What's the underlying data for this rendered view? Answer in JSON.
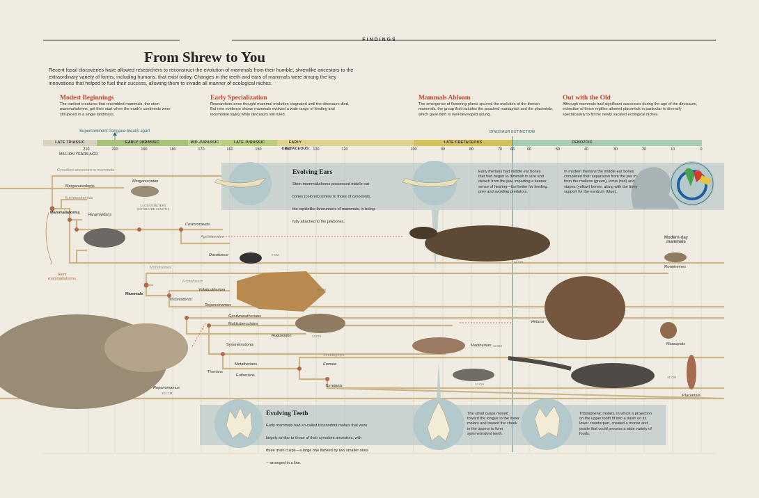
{
  "header": {
    "kicker": "FINDINGS",
    "title": "From Shrew to You",
    "intro": "Recent fossil discoveries have allowed researchers to reconstruct the evolution of mammals from their humble, shrewlike ancestors to the extraordinary variety of forms, including humans, that exist today. Changes in the teeth and ears of mammals were among the key innovations that helped to fuel their success, allowing them to invade all manner of ecological niches."
  },
  "sections": [
    {
      "title": "Modest Beginnings",
      "body": "The earliest creatures that resembled mammals, the stem mammaliaforms, got their start when the earth's continents were still joined in a single landmass."
    },
    {
      "title": "Early Specialization",
      "body": "Researchers once thought mammal evolution stagnated until the dinosaurs died. But new evidence shows mammals evolved a wide range of feeding and locomotion styles while dinosaurs still ruled."
    },
    {
      "title": "Mammals Abloom",
      "body": "The emergence of flowering plants spurred the evolution of the therian mammals, the group that includes the pouched marsupials and the placentals, which gave birth to well-developed young."
    },
    {
      "title": "Out with the Old",
      "body": "Although mammals had significant successes during the age of the dinosaurs, extinction of those reptiles allowed placentals in particular to diversify spectacularly to fill the newly vacated ecological niches."
    }
  ],
  "timeline": {
    "pangaea": "Supercontinent Pangaea breaks apart",
    "extinction": "DINOSAUR EXTINCTION",
    "myalabel": "MILLION YEARS AGO",
    "periods": [
      "LATE TRIASSIC",
      "EARLY JURASSIC",
      "MID-JURASSIC",
      "LATE JURASSIC",
      "EARLY CRETACEOUS",
      "LATE CRETACEOUS",
      "CENOZOIC"
    ],
    "ticks": [
      "210",
      "200",
      "190",
      "180",
      "170",
      "160",
      "150",
      "140",
      "130",
      "120",
      "100",
      "90",
      "80",
      "70",
      "66",
      "60",
      "50",
      "40",
      "30",
      "20",
      "10",
      "0"
    ]
  },
  "tree": {
    "cynodont": "Cynodont ancestors to mammals",
    "morganucodonts": "Morganucodonts",
    "morganucodon": "Morganucodon",
    "size_note": "14 CENTIMETERS (ESTIMATED LENGTH)",
    "kuehneotheriids": "Kuehneotheriids",
    "mammaliaforms": "Mammaliaforms",
    "haramiyidans": "Haramiyidans",
    "castorocauda": "Castorocauda",
    "agilodocodon": "Agilodocodon",
    "docofossor": "Docofossor",
    "docofossor_size": "8 CM",
    "monotremes": "Monotremes",
    "stem": "Stem mammaliaforms",
    "fruitafossor": "Fruitafossor",
    "mammals": "Mammals",
    "volaticotherium": "Volaticotherium",
    "volati_size": "26 CM",
    "triconodonts": "Triconodonts",
    "repenomamus": "Repenomamus",
    "gondwanatherians": "Gondwanatherians",
    "vintana": "Vintana",
    "multituberculates": "Multituberculates",
    "rugosodon": "Rugosodon",
    "rugosodon_size": "23 CM",
    "symmetrodonts": "Symmetrodonts",
    "maotherium": "Maotherium",
    "maotherium_size": "18 CM",
    "sinodelphys": "Sinodelphys",
    "metatherians": "Metatherians",
    "eomaia": "Eomaia",
    "eomaia_size": "14 CM",
    "eutherians": "Eutherians",
    "therians": "Therians",
    "torrejonia": "Torrejonia",
    "torrejonia_size": "41 CM",
    "castoro_size": "42 CM",
    "repeno_big": "Repenomamus",
    "repeno_big_size": "101 CM",
    "modern": "Modern-day mammals",
    "mod_monotremes": "Monotremes",
    "marsupials": "Marsupials",
    "placentals": "Placentals"
  },
  "ears": {
    "title": "Evolving Ears",
    "body": "Stem mammaliaforms possessed middle ear bones (colored) similar to those of cynodonts, the reptilelike forerunners of mammals, in being fully attached to the jawbones.",
    "body2": "Early therians had middle ear bones that had begun to diminish in size and detach from the jaw, imparting a keener sense of hearing—the better for feeding prey and avoiding predators.",
    "body3": "In modern therians the middle ear bones completed their separation from the jaw to form the malleus (green), incus (red) and stapes (yellow) bones, along with the bony support for the eardrum (blue)."
  },
  "teeth": {
    "title": "Evolving Teeth",
    "body": "Early mammals had so-called triconodont molars that were largely similar to those of their cynodont ancestors, with three main cusps—a large one flanked by two smaller ones—arranged in a line.",
    "body2": "The small cusps moved toward the tongue in the lower molars and toward the cheek in the uppers to form symmetrodont teeth.",
    "body3": "Tribosphenic molars, in which a projection on the upper tooth fit into a basin on its lower counterpart, created a mortar and pestle that could process a wide variety of foods."
  },
  "colors": {
    "bar_gold": "#d8c26a",
    "branch": "#cdb58a",
    "accent_red": "#c2432a",
    "panel": "#a9c0c3"
  }
}
